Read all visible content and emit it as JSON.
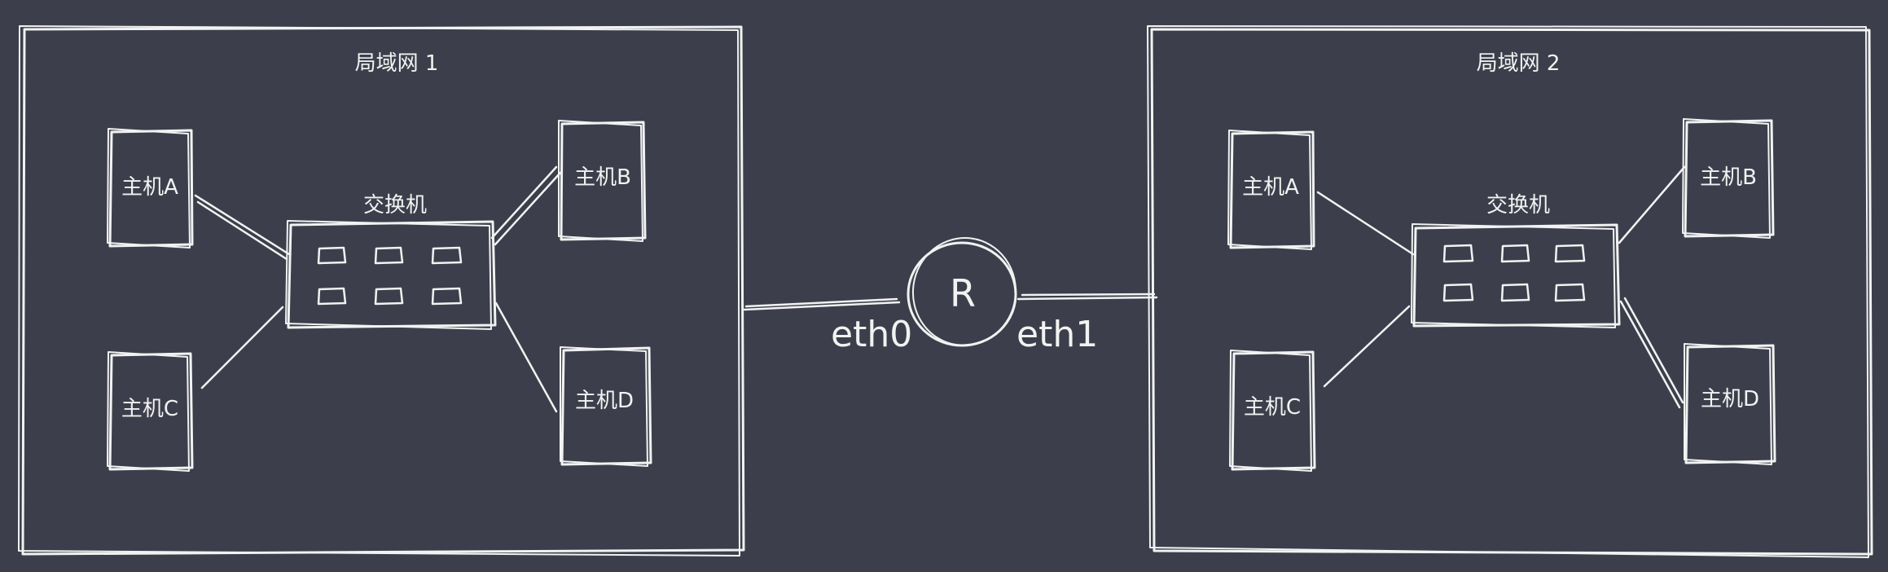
{
  "lans": [
    {
      "title": "局域网 1",
      "switch_label": "交换机",
      "hosts": {
        "a": "主机A",
        "b": "主机B",
        "c": "主机C",
        "d": "主机D"
      }
    },
    {
      "title": "局域网 2",
      "switch_label": "交换机",
      "hosts": {
        "a": "主机A",
        "b": "主机B",
        "c": "主机C",
        "d": "主机D"
      }
    }
  ],
  "router": {
    "label": "R",
    "iface_left": "eth0",
    "iface_right": "eth1"
  },
  "colors": {
    "background": "#3c3f4b",
    "stroke": "#f2f2f2"
  }
}
